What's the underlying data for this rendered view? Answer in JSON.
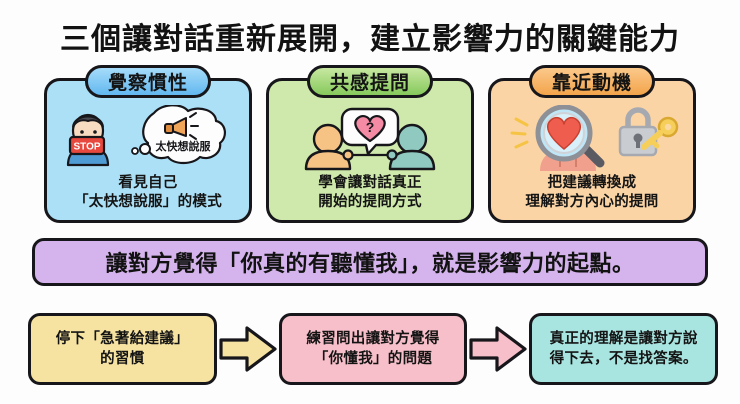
{
  "page": {
    "title": "三個讓對話重新展開，建立影響力的關鍵能力",
    "background_color": "#fdfdfd",
    "outline_color": "#17171b"
  },
  "cards": [
    {
      "pill_label": "覺察慣性",
      "pill_color": "#62b8ef",
      "body_color": "#ace0f6",
      "caption_line1": "看見自己",
      "caption_line2": "「太快想說服」的模式",
      "illustration": "person-stop-sign-thought-bubble-megaphone",
      "bubble_text": "太快想說服",
      "sign_text": "STOP"
    },
    {
      "pill_label": "共感提問",
      "pill_color": "#86c95c",
      "body_color": "#cfe8ab",
      "caption_line1": "學會讓對話真正",
      "caption_line2": "開始的提問方式",
      "illustration": "two-people-heart-question-speech-bubble",
      "bubble_text": "?"
    },
    {
      "pill_label": "靠近動機",
      "pill_color": "#f3a44b",
      "body_color": "#fbd4a6",
      "caption_line1": "把建議轉換成",
      "caption_line2": "理解對方內心的提問",
      "illustration": "magnifier-heart-lock-key"
    }
  ],
  "banner": {
    "text": "讓對方覺得「你真的有聽懂我」，就是影響力的起點。",
    "color": "#d5b3ec"
  },
  "flow": {
    "steps": [
      {
        "line1": "停下「急著給建議」",
        "line2": "的習慣",
        "color": "#f7e3a1"
      },
      {
        "line1": "練習問出讓對方覺得",
        "line2": "「你懂我」的問題",
        "color": "#f7bfc9"
      },
      {
        "line1": "真正的理解是讓對方說",
        "line2": "得下去，不是找答案。",
        "color": "#a8e5e0"
      }
    ],
    "arrows": [
      {
        "fill": "#f7e3a1"
      },
      {
        "fill": "#f7bfc9"
      }
    ]
  }
}
